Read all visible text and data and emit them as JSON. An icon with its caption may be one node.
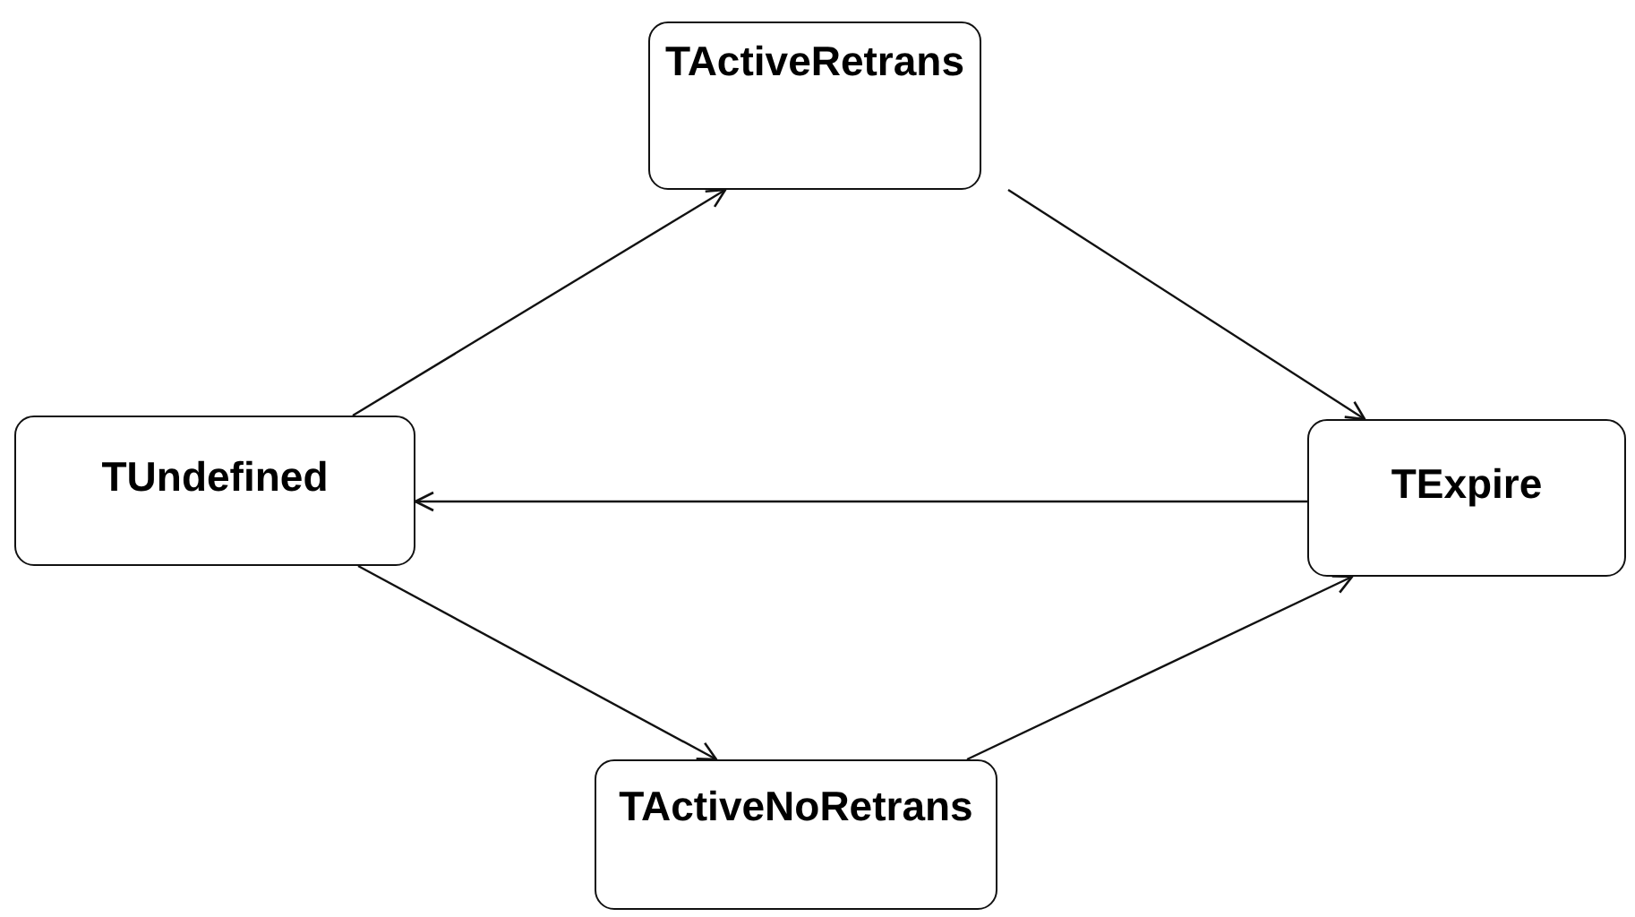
{
  "diagram": {
    "nodes": [
      {
        "text": [
          "TActiveRetrans"
        ]
      },
      {
        "text": [
          "TUndefined"
        ]
      },
      {
        "text": [
          "TExpire"
        ]
      },
      {
        "text": [
          "TActiveNoRetrans"
        ]
      }
    ],
    "edges": [
      {
        "from": 1,
        "to": 0,
        "arrow": "to"
      },
      {
        "from": 0,
        "to": 2,
        "arrow": "to"
      },
      {
        "from": 2,
        "to": 1,
        "arrow": "to"
      },
      {
        "from": 1,
        "to": 3,
        "arrow": "to"
      },
      {
        "from": 3,
        "to": 2,
        "arrow": "to"
      }
    ]
  }
}
